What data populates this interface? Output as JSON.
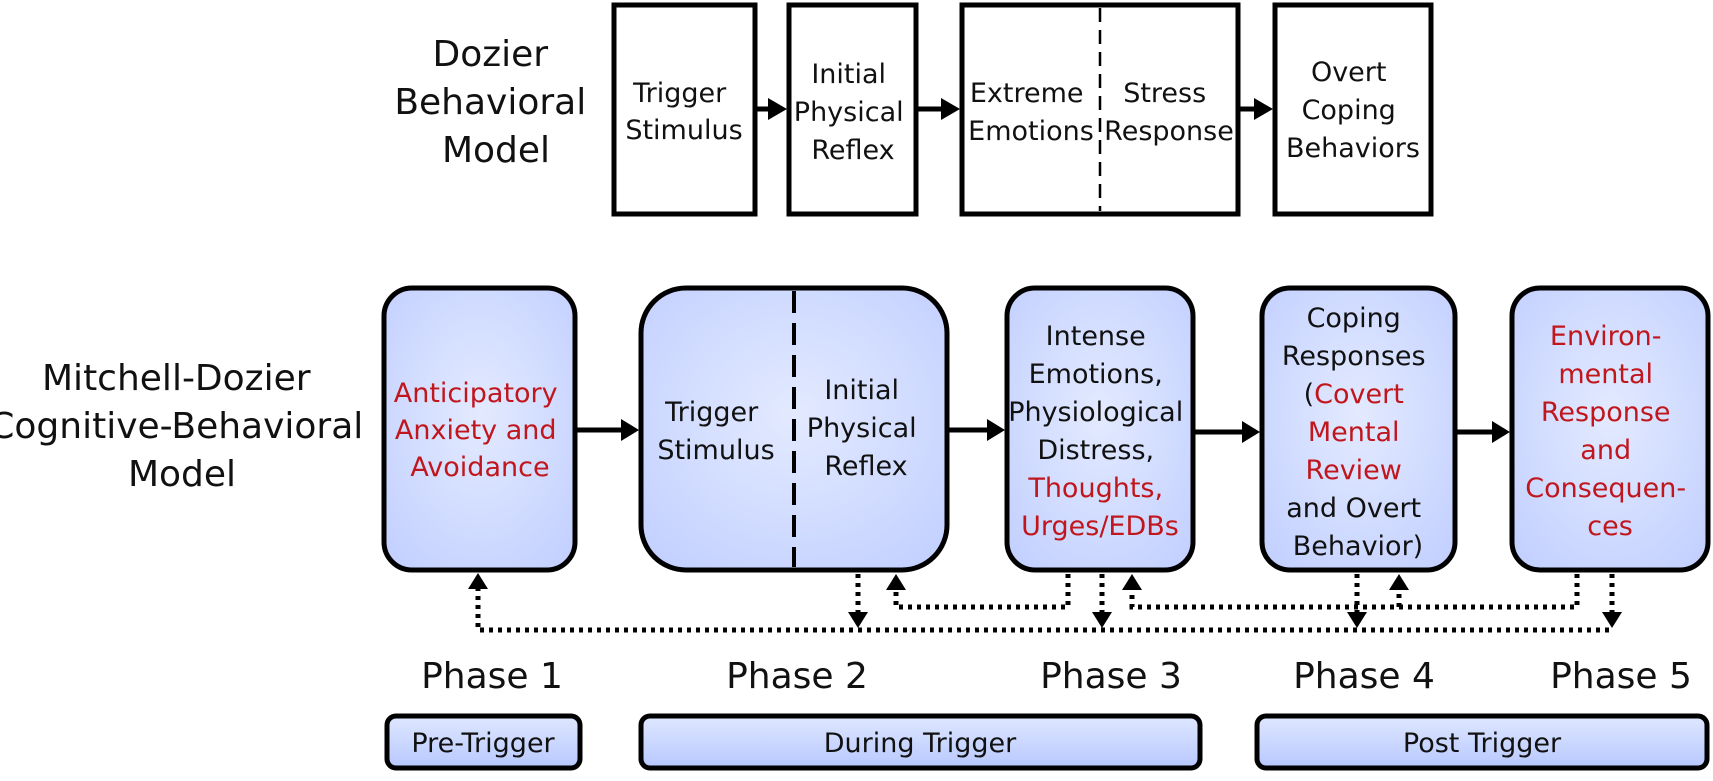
{
  "dozier": {
    "title": [
      "Dozier",
      "Behavioral",
      "Model"
    ],
    "boxes": [
      {
        "lines": [
          "Trigger",
          "Stimulus"
        ]
      },
      {
        "lines": [
          "Initial",
          "Physical",
          "Reflex"
        ]
      },
      {
        "left": [
          "Extreme",
          "Emotions"
        ],
        "right": [
          "Stress",
          "Response"
        ]
      },
      {
        "lines": [
          "Overt",
          "Coping",
          "Behaviors"
        ]
      }
    ]
  },
  "mitchell": {
    "title": [
      "Mitchell-Dozier",
      "Cognitive-Behavioral",
      "Model"
    ],
    "boxes": [
      {
        "lines": [
          [
            {
              "t": "Anticipatory",
              "red": true
            }
          ],
          [
            {
              "t": "Anxiety and",
              "red": true
            }
          ],
          [
            {
              "t": "Avoidance",
              "red": true
            }
          ]
        ]
      },
      {
        "left": [
          "Trigger",
          "Stimulus"
        ],
        "right": [
          "Initial",
          "Physical",
          "Reflex"
        ]
      },
      {
        "lines": [
          [
            {
              "t": "Intense",
              "red": false
            }
          ],
          [
            {
              "t": "Emotions,",
              "red": false
            }
          ],
          [
            {
              "t": "Physiological",
              "red": false
            }
          ],
          [
            {
              "t": "Distress,",
              "red": false
            }
          ],
          [
            {
              "t": "Thoughts,",
              "red": true
            }
          ],
          [
            {
              "t": "Urges/EDBs",
              "red": true
            }
          ]
        ]
      },
      {
        "lines": [
          [
            {
              "t": "Coping",
              "red": false
            }
          ],
          [
            {
              "t": "Responses",
              "red": false
            }
          ],
          [
            {
              "t": "(",
              "red": false
            },
            {
              "t": "Covert",
              "red": true
            }
          ],
          [
            {
              "t": "Mental",
              "red": true
            }
          ],
          [
            {
              "t": "Review",
              "red": true
            }
          ],
          [
            {
              "t": "and Overt",
              "red": false
            }
          ],
          [
            {
              "t": "Behavior)",
              "red": false
            }
          ]
        ]
      },
      {
        "lines": [
          [
            {
              "t": "Environ-",
              "red": true
            }
          ],
          [
            {
              "t": "mental",
              "red": true
            }
          ],
          [
            {
              "t": "Response",
              "red": true
            }
          ],
          [
            {
              "t": "and",
              "red": true
            }
          ],
          [
            {
              "t": "Consequen-",
              "red": true
            }
          ],
          [
            {
              "t": "ces",
              "red": true
            }
          ]
        ]
      }
    ]
  },
  "phases": [
    "Phase 1",
    "Phase 2",
    "Phase 3",
    "Phase 4",
    "Phase 5"
  ],
  "periods": [
    "Pre-Trigger",
    "During Trigger",
    "Post Trigger"
  ],
  "colors": {
    "red_text": "#c0161c",
    "box_fill_light": "#e3eaff",
    "box_fill_dark": "#c0ceff"
  }
}
